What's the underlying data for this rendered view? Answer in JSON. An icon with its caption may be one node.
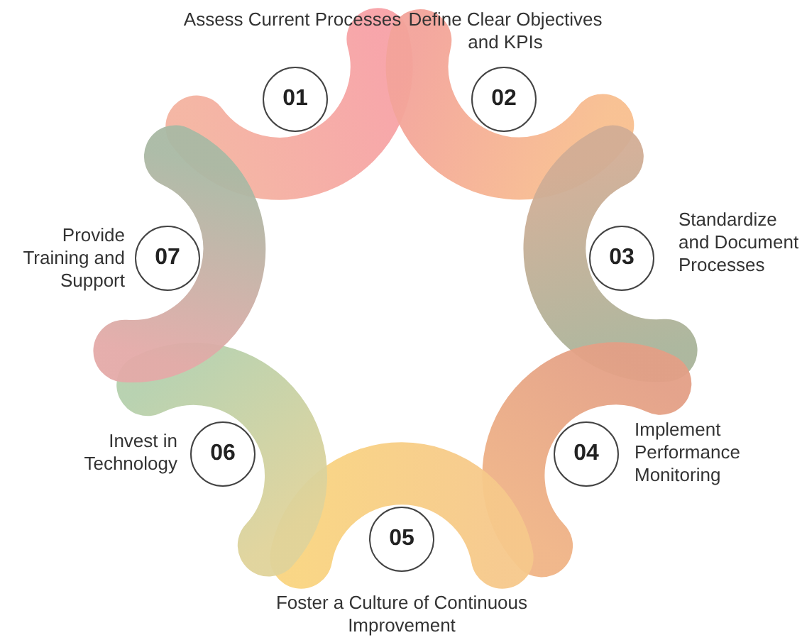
{
  "diagram": {
    "nodes": [
      {
        "text": [
          "01"
        ],
        "beside": [
          "Assess Current Processes"
        ]
      },
      {
        "text": [
          "02"
        ],
        "beside": [
          "Define Clear Objectives and KPIs"
        ]
      },
      {
        "text": [
          "03"
        ],
        "beside": [
          "Standardize and Document Processes"
        ]
      },
      {
        "text": [
          "04"
        ],
        "beside": [
          "Implement Performance Monitoring"
        ]
      },
      {
        "text": [
          "05"
        ],
        "beside": [
          "Foster a Culture of Continuous Improvement"
        ]
      },
      {
        "text": [
          "06"
        ],
        "beside": [
          "Invest in Technology"
        ]
      },
      {
        "text": [
          "07"
        ],
        "beside": [
          "Provide Training and Support"
        ]
      }
    ]
  }
}
